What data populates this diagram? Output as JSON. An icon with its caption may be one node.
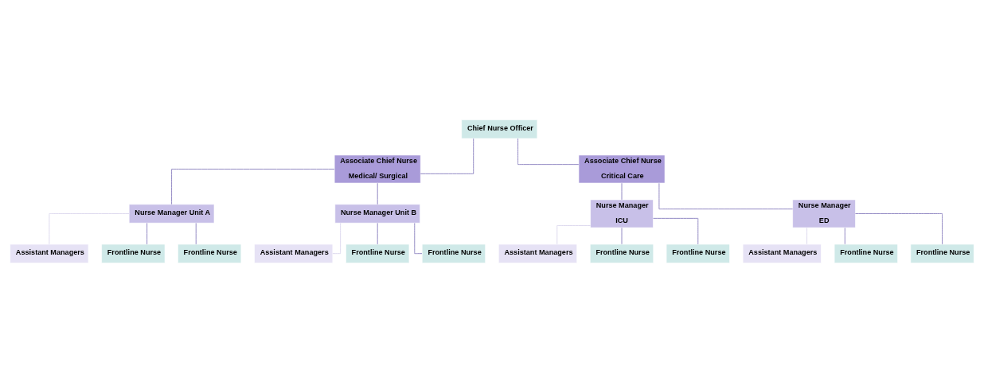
{
  "diagram": {
    "nodes": [
      {
        "text": [
          "Chief Nurse Officer"
        ]
      },
      {
        "text": [
          "Associate Chief Nurse",
          "Medical/ Surgical"
        ]
      },
      {
        "text": [
          "Associate Chief Nurse",
          "Critical Care"
        ]
      },
      {
        "text": [
          "Nurse Manager Unit A"
        ]
      },
      {
        "text": [
          "Nurse Manager Unit B"
        ]
      },
      {
        "text": [
          "Nurse Manager",
          "ICU"
        ]
      },
      {
        "text": [
          "Nurse Manager",
          "ED"
        ]
      },
      {
        "text": [
          "Assistant Managers"
        ]
      },
      {
        "text": [
          "Frontline Nurse"
        ]
      },
      {
        "text": [
          "Frontline Nurse"
        ]
      },
      {
        "text": [
          "Assistant Managers"
        ]
      },
      {
        "text": [
          "Frontline Nurse"
        ]
      },
      {
        "text": [
          "Frontline Nurse"
        ]
      },
      {
        "text": [
          "Assistant Managers"
        ]
      },
      {
        "text": [
          "Frontline Nurse"
        ]
      },
      {
        "text": [
          "Frontline Nurse"
        ]
      },
      {
        "text": [
          "Assistant Managers"
        ]
      },
      {
        "text": [
          "Frontline Nurse"
        ]
      },
      {
        "text": [
          "Frontline Nurse"
        ]
      }
    ],
    "edges": [
      {
        "from": 0,
        "to": 1,
        "arrow": "none"
      },
      {
        "from": 0,
        "to": 2,
        "arrow": "none"
      },
      {
        "from": 1,
        "to": 3,
        "arrow": "none"
      },
      {
        "from": 1,
        "to": 4,
        "arrow": "none"
      },
      {
        "from": 2,
        "to": 5,
        "arrow": "none"
      },
      {
        "from": 2,
        "to": 6,
        "arrow": "none"
      },
      {
        "from": 3,
        "to": 7,
        "arrow": "none",
        "color": "#dcd8ee"
      },
      {
        "from": 3,
        "to": 8,
        "arrow": "none"
      },
      {
        "from": 3,
        "to": 9,
        "arrow": "none"
      },
      {
        "from": 4,
        "to": 10,
        "arrow": "none",
        "color": "#dcd8ee"
      },
      {
        "from": 4,
        "to": 11,
        "arrow": "none"
      },
      {
        "from": 4,
        "to": 12,
        "arrow": "none"
      },
      {
        "from": 5,
        "to": 13,
        "arrow": "none",
        "color": "#dcd8ee"
      },
      {
        "from": 5,
        "to": 14,
        "arrow": "none"
      },
      {
        "from": 5,
        "to": 15,
        "arrow": "none"
      },
      {
        "from": 6,
        "to": 16,
        "arrow": "none",
        "color": "#dcd8ee"
      },
      {
        "from": 6,
        "to": 17,
        "arrow": "none"
      },
      {
        "from": 6,
        "to": 18,
        "arrow": "none"
      }
    ]
  }
}
